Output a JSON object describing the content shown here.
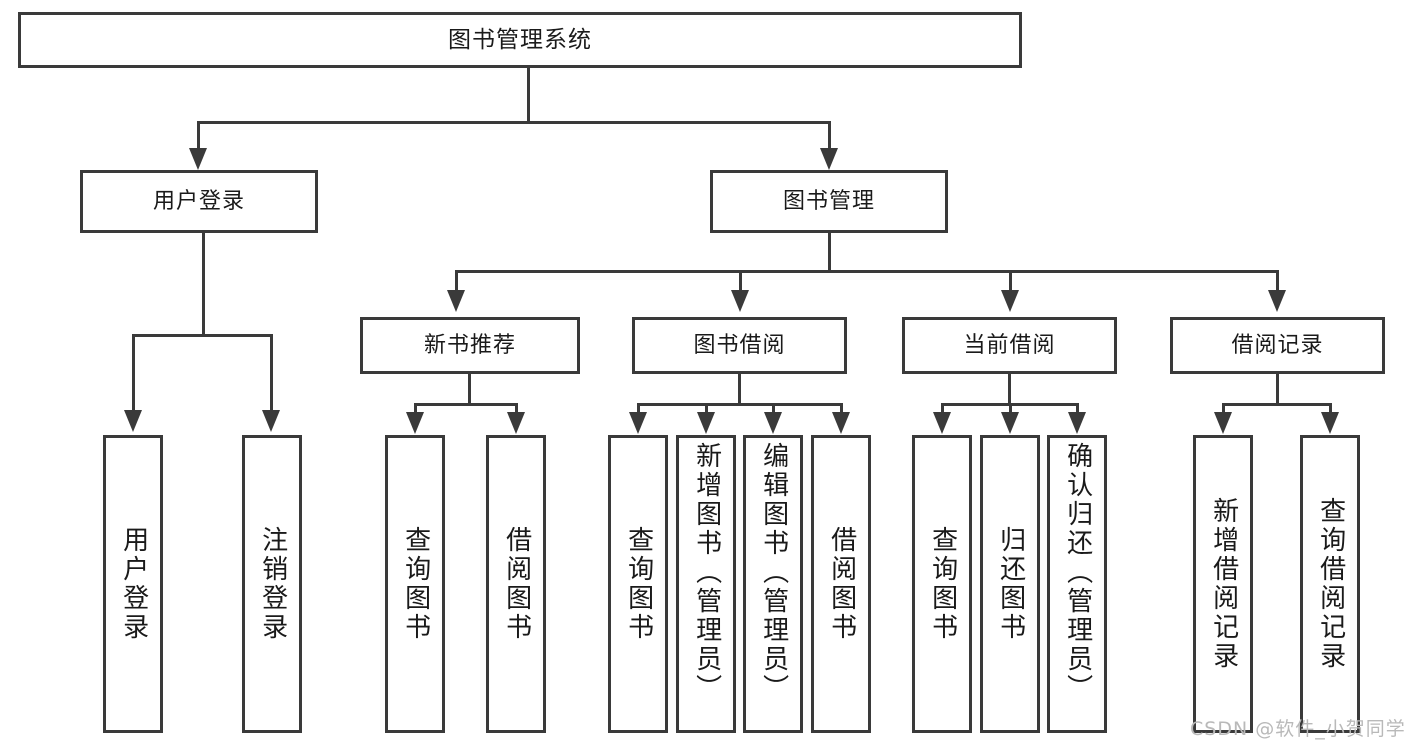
{
  "diagram": {
    "type": "tree-hierarchy-chart",
    "title": "图书管理系统",
    "root": {
      "label": "图书管理系统"
    },
    "level2": [
      {
        "id": "user-login",
        "label": "用户登录"
      },
      {
        "id": "book-management",
        "label": "图书管理"
      }
    ],
    "level3": [
      {
        "id": "new-book-recommend",
        "label": "新书推荐"
      },
      {
        "id": "book-borrow",
        "label": "图书借阅"
      },
      {
        "id": "current-borrow",
        "label": "当前借阅"
      },
      {
        "id": "borrow-record",
        "label": "借阅记录"
      }
    ],
    "leaves": [
      {
        "id": "leaf-user-login",
        "label": "用户登录",
        "parent": "user-login"
      },
      {
        "id": "leaf-user-logout",
        "label": "注销登录",
        "parent": "user-login"
      },
      {
        "id": "leaf-query-book-1",
        "label": "查询图书",
        "parent": "new-book-recommend"
      },
      {
        "id": "leaf-borrow-book-1",
        "label": "借阅图书",
        "parent": "new-book-recommend"
      },
      {
        "id": "leaf-query-book-2",
        "label": "查询图书",
        "parent": "book-borrow"
      },
      {
        "id": "leaf-add-book",
        "label": "新增图书（管理员）",
        "parent": "book-borrow"
      },
      {
        "id": "leaf-edit-book",
        "label": "编辑图书（管理员）",
        "parent": "book-borrow"
      },
      {
        "id": "leaf-borrow-book-2",
        "label": "借阅图书",
        "parent": "book-borrow"
      },
      {
        "id": "leaf-query-book-3",
        "label": "查询图书",
        "parent": "current-borrow"
      },
      {
        "id": "leaf-return-book",
        "label": "归还图书",
        "parent": "current-borrow"
      },
      {
        "id": "leaf-confirm-return",
        "label": "确认归还（管理员）",
        "parent": "current-borrow"
      },
      {
        "id": "leaf-add-record",
        "label": "新增借阅记录",
        "parent": "borrow-record"
      },
      {
        "id": "leaf-query-record",
        "label": "查询借阅记录",
        "parent": "borrow-record"
      }
    ],
    "colors": {
      "stroke": "#3a3a3a",
      "fill": "#ffffff",
      "text": "#1a1a1a",
      "watermark": "#b9b9b9"
    }
  },
  "watermark": {
    "text": "CSDN @软件_小贺同学"
  }
}
